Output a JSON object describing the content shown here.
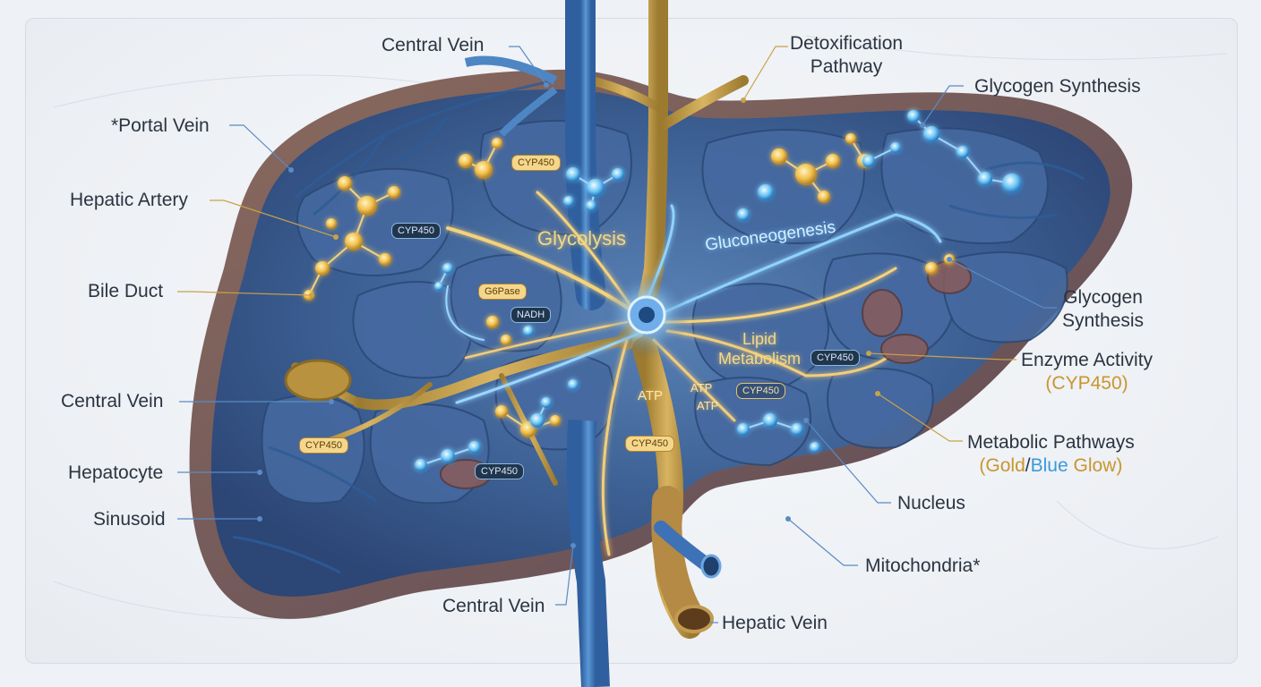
{
  "labels": {
    "central_vein_top": "Central Vein",
    "detox_line1": "Detoxification",
    "detox_line2": "Pathway",
    "glycogen_top": "Glycogen Synthesis",
    "portal_vein": "*Portal Vein",
    "hepatic_artery": "Hepatic Artery",
    "bile_duct": "Bile Duct",
    "central_vein_left": "Central Vein",
    "hepatocyte": "Hepatocyte",
    "sinusoid": "Sinusoid",
    "glycogen_right_line1": "Glycogen",
    "glycogen_right_line2": "Synthesis",
    "enzyme_line1": "Enzyme Activity",
    "enzyme_line2": "(CYP450)",
    "metabolic_line1": "Metabolic Pathways",
    "metabolic_paren_open": "(",
    "metabolic_gold": "Gold",
    "metabolic_slash": "/",
    "metabolic_blue": "Blue",
    "metabolic_glow": " Glow)",
    "nucleus": "Nucleus",
    "mitochondria": "Mitochondria*",
    "central_vein_bottom": "Central Vein",
    "hepatic_vein": "Hepatic Vein"
  },
  "inner_labels": {
    "glycolysis": "Glycolysis",
    "gluconeogenesis": "Gluconeogenesis",
    "lipid_line1": "Lipid",
    "lipid_line2": "Metabolism"
  },
  "tags": {
    "cyp_top": "CYP450",
    "cyp_left": "CYP450",
    "g6pase": "G6Pase",
    "nadh": "NADH",
    "cyp_lipid": "CYP450",
    "cyp_center": "CYP450",
    "cyp_lowleft": "CYP450",
    "cyp_bottom_mid": "CYP450",
    "cyp_lower_blue": "CYP450",
    "atp1": "ATP",
    "atp2": "ATP",
    "atp3": "ATP"
  },
  "colors": {
    "liver_blue": "#3e6296",
    "liver_dark": "#2c4a78",
    "liver_brown": "#7a5a50",
    "vessel_blue": "#4e86c4",
    "bile_gold": "#c9a24a",
    "glow_gold": "#ffd36b",
    "glow_blue": "#7fd0ff",
    "text": "#2b3440"
  }
}
